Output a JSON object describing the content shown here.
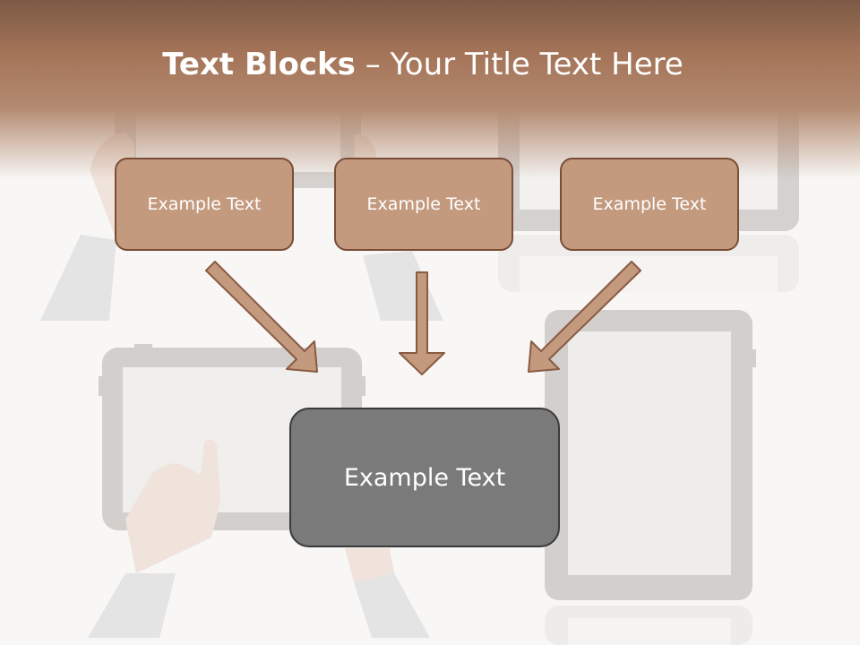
{
  "slide": {
    "title_bold": "Text Blocks",
    "title_dash": " – ",
    "title_rest": "Your Title Text Here"
  },
  "blocks": [
    {
      "label": "Example Text"
    },
    {
      "label": "Example Text"
    },
    {
      "label": "Example Text"
    }
  ],
  "center_block": {
    "label": "Example Text"
  },
  "colors": {
    "header": "#a47458",
    "small_box_fill": "#c49a7f",
    "small_box_border": "#7a4d36",
    "center_box_fill": "#7a7a7a",
    "arrow_fill": "#c49a7f"
  }
}
